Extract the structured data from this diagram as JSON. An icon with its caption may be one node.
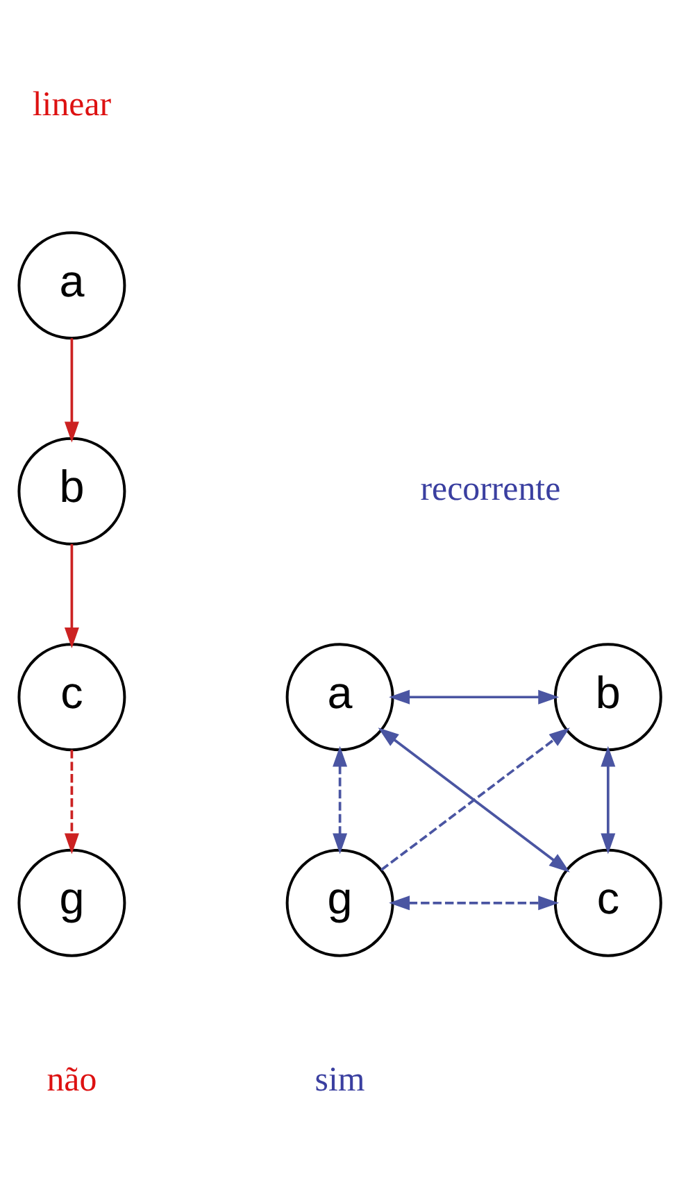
{
  "diagram": {
    "nodes": [
      {
        "text": [
          "a"
        ]
      },
      {
        "text": [
          "b"
        ]
      },
      {
        "text": [
          "c"
        ]
      },
      {
        "text": [
          "g"
        ]
      },
      {
        "text": [
          "a"
        ]
      },
      {
        "text": [
          "b"
        ]
      },
      {
        "text": [
          "g"
        ]
      },
      {
        "text": [
          "c"
        ]
      }
    ],
    "edges": [
      {
        "from": 0,
        "to": 1,
        "arrow": "to",
        "color": "#cc2222"
      },
      {
        "from": 1,
        "to": 2,
        "arrow": "to",
        "color": "#cc2222"
      },
      {
        "from": 2,
        "to": 3,
        "arrow": "to",
        "style": "dashed",
        "color": "#cc2222"
      },
      {
        "from": 4,
        "to": 5,
        "arrow": "both"
      },
      {
        "from": 4,
        "to": 7,
        "arrow": "both"
      },
      {
        "from": 4,
        "to": 6,
        "arrow": "both",
        "style": "dashed"
      },
      {
        "from": 6,
        "to": 5,
        "arrow": "to",
        "style": "dashed"
      },
      {
        "from": 5,
        "to": 7,
        "arrow": "both"
      },
      {
        "from": 6,
        "to": 7,
        "arrow": "both",
        "style": "dashed"
      }
    ],
    "labels": [
      "linear",
      "recorrente",
      "não",
      "sim"
    ]
  }
}
